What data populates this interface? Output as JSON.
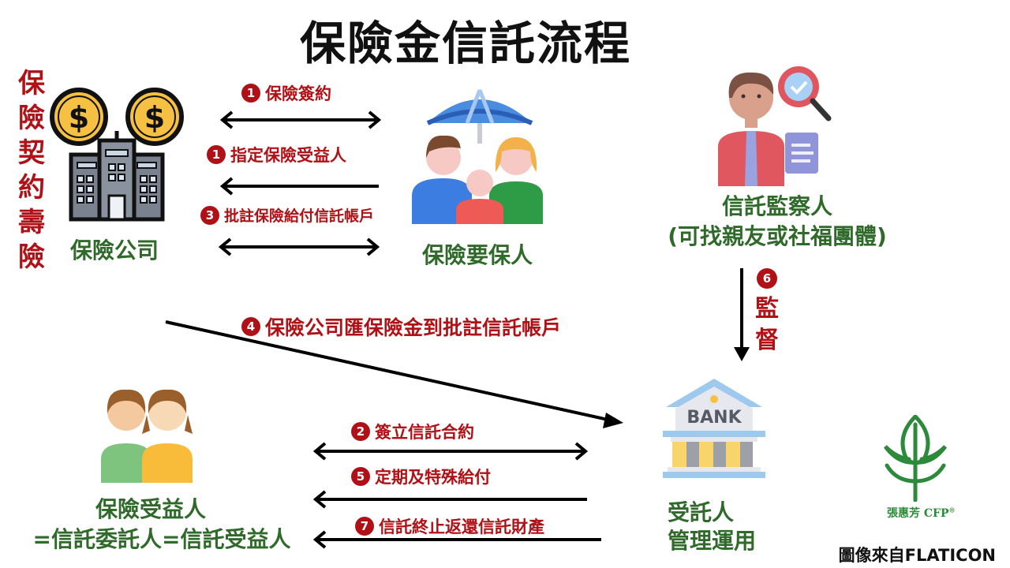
{
  "title": "保險金信託流程",
  "side_label": [
    "保",
    "險",
    "契",
    "約",
    "壽",
    "險"
  ],
  "nodes": {
    "insurance_company": {
      "label": "保險公司",
      "icon": "building-with-coins-icon"
    },
    "policyholder": {
      "label": "保險要保人",
      "icon": "family-under-umbrella-icon"
    },
    "trust_supervisor": {
      "label": "信託監察人",
      "sublabel": "(可找親友或社福團體)",
      "icon": "supervisor-with-magnifier-icon"
    },
    "beneficiary": {
      "label": "保險受益人",
      "sublabel": "=信託委託人=信託受益人",
      "icon": "two-children-icon"
    },
    "trustee": {
      "label": "受託人",
      "sublabel": "管理運用",
      "icon": "bank-icon",
      "bank_sign": "BANK"
    }
  },
  "edges": [
    {
      "step": "1",
      "label": "保險簽約",
      "direction": "both"
    },
    {
      "step": "1",
      "label": "指定保險受益人",
      "direction": "left"
    },
    {
      "step": "3",
      "label": "批註保險給付信託帳戶",
      "direction": "both"
    },
    {
      "step": "4",
      "label": "保險公司匯保險金到批註信託帳戶",
      "direction": "diagonal"
    },
    {
      "step": "6",
      "label": "監督",
      "direction": "down"
    },
    {
      "step": "2",
      "label": "簽立信託合約",
      "direction": "both"
    },
    {
      "step": "5",
      "label": "定期及特殊給付",
      "direction": "left"
    },
    {
      "step": "7",
      "label": "信託終止返還信託財產",
      "direction": "left"
    }
  ],
  "logo": {
    "text": "張惠芳 CFP",
    "mark": "®"
  },
  "credit": "圖像來自FLATICON",
  "colors": {
    "accent_red": "#b01116",
    "label_green": "#2f6a2a",
    "logo_green": "#2c8a3a"
  }
}
